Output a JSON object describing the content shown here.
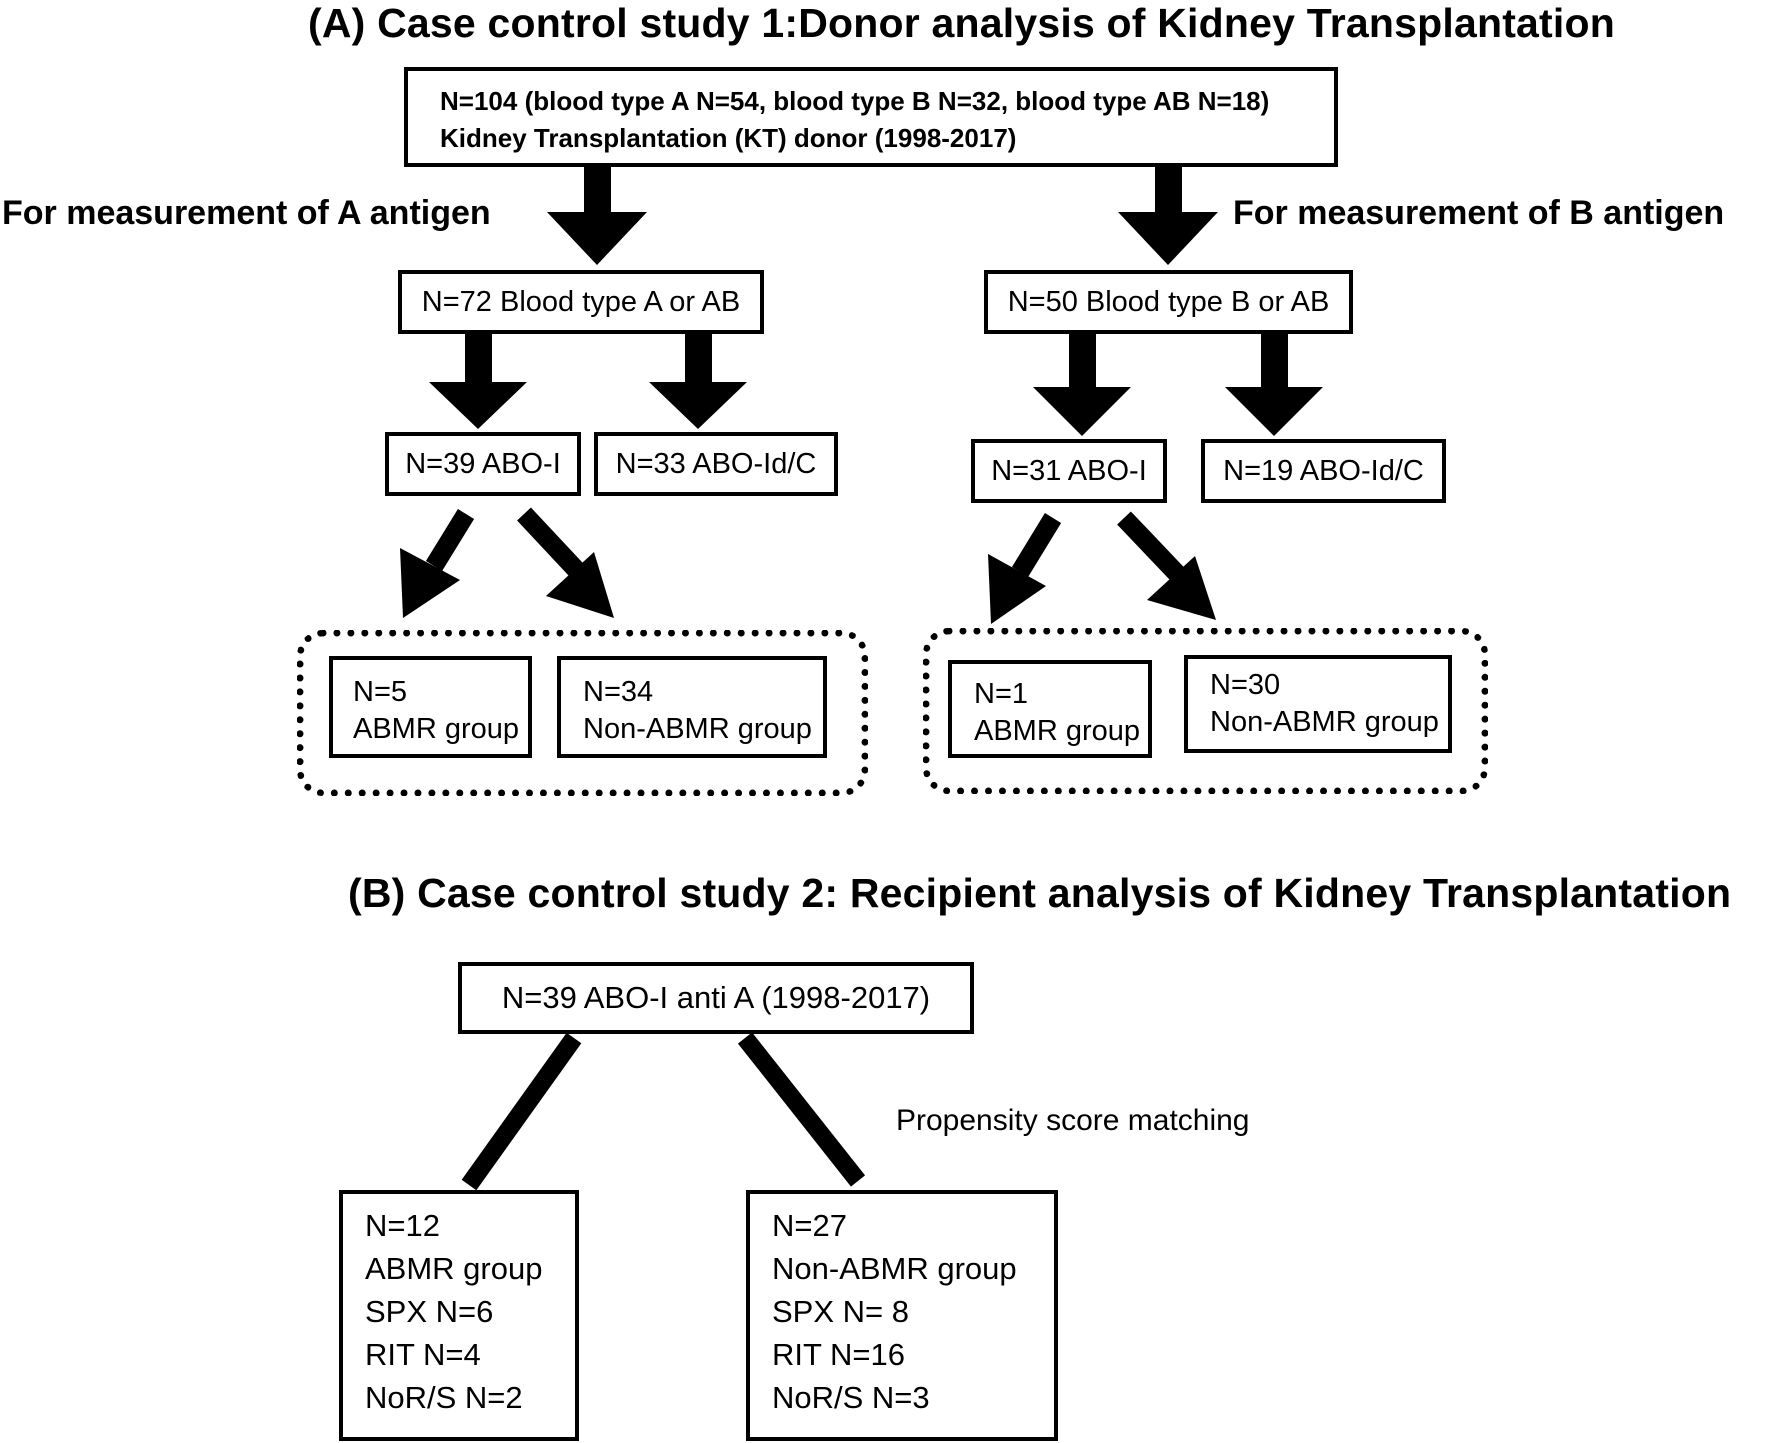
{
  "section_a": {
    "title": "(A)  Case control study 1:Donor analysis of Kidney Transplantation",
    "top_box": {
      "line1": "N=104 (blood type A N=54, blood type B N=32, blood type AB N=18)",
      "line2": "Kidney Transplantation (KT) donor   (1998-2017)"
    },
    "left_label": "For measurement of A antigen",
    "right_label": "For measurement of B antigen",
    "left_branch": {
      "main": "N=72  Blood type A or AB",
      "abo_i": "N=39 ABO-I",
      "abo_idc": "N=33 ABO-Id/C",
      "abmr": {
        "n": "N=5",
        "label": "ABMR group"
      },
      "non_abmr": {
        "n": "N=34",
        "label": "Non-ABMR group"
      }
    },
    "right_branch": {
      "main": "N=50  Blood type B or AB",
      "abo_i": "N=31 ABO-I",
      "abo_idc": "N=19 ABO-Id/C",
      "abmr": {
        "n": "N=1",
        "label": "ABMR group"
      },
      "non_abmr": {
        "n": "N=30",
        "label": "Non-ABMR group"
      }
    }
  },
  "section_b": {
    "title": "(B) Case control study 2: Recipient analysis of Kidney Transplantation",
    "top_box": "N=39 ABO-I anti A (1998-2017)",
    "psm_label": "Propensity score matching",
    "abmr_box": [
      "N=12",
      "ABMR group",
      "SPX  N=6",
      "RIT   N=4",
      "NoR/S  N=2"
    ],
    "non_abmr_box": [
      "N=27",
      "Non-ABMR group",
      "SPX   N= 8",
      "RIT    N=16",
      "NoR/S   N=3"
    ]
  }
}
